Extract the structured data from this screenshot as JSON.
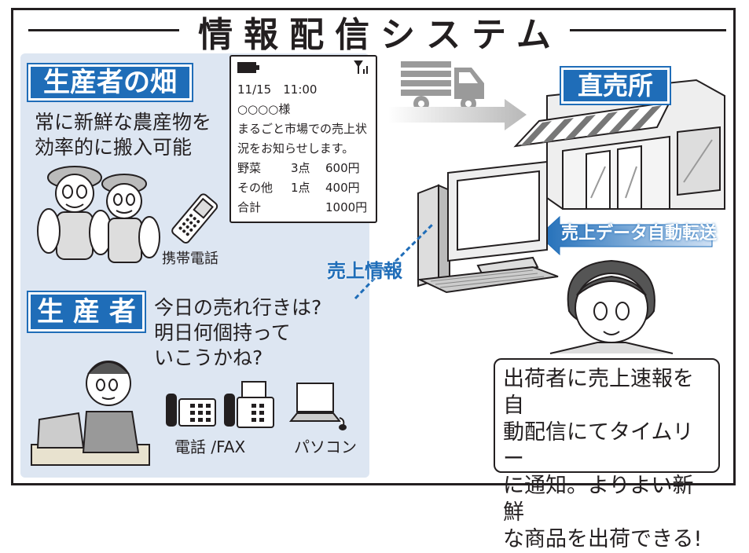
{
  "title": "情報配信システム",
  "farm_field": {
    "label": "生産者の畑",
    "description": [
      "常に新鮮な農産物を",
      "効率的に搬入可能"
    ],
    "mobile_label": "携帯電話"
  },
  "producer": {
    "label": "生 産 者",
    "speech": [
      "今日の売れ行きは?",
      "明日何個持って",
      "いこうかね?"
    ],
    "phone_fax_label": "電話 /FAX",
    "pc_label": "パソコン"
  },
  "sms": {
    "datetime": "11/15　11:00",
    "recipient": "○○○○様",
    "body": [
      "まるごと市場での売上状",
      "況をお知らせします。"
    ],
    "items": [
      {
        "name": "野菜",
        "qty": "3点",
        "amount": "600円"
      },
      {
        "name": "その他",
        "qty": "1点",
        "amount": "400円"
      },
      {
        "name": "合計",
        "qty": "",
        "amount": "1000円"
      }
    ]
  },
  "store": {
    "label": "直売所",
    "transfer_label": "売上データ自動転送"
  },
  "sales_info_label": "売上情報",
  "bubble": [
    "出荷者に売上速報を自",
    "動配信にてタイムリー",
    "に通知。よりよい新鮮",
    "な商品を出荷できる!"
  ],
  "colors": {
    "accent_blue": "#1f6db8",
    "panel_bg": "#dde6f2",
    "arrow_gray": "#bdbdbd"
  }
}
